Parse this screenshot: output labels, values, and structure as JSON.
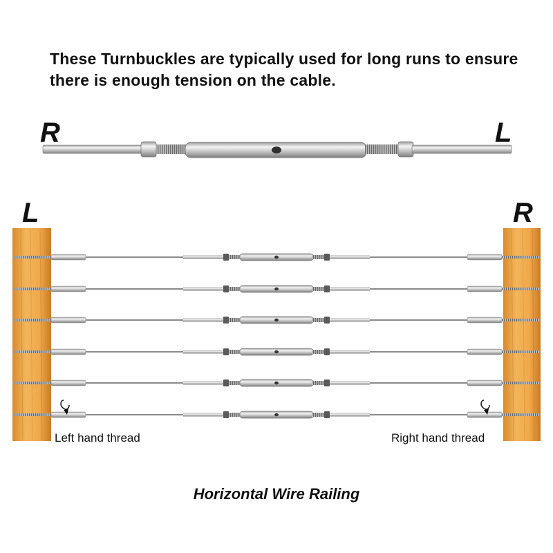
{
  "heading": "These Turnbuckles are typically used for long runs to ensure there is enough tension on the cable.",
  "turnbuckle": {
    "left_label": "R",
    "right_label": "L"
  },
  "railing": {
    "left_post_label": "L",
    "right_post_label": "R",
    "left_thread_note": "Left hand thread",
    "right_thread_note": "Right hand thread",
    "caption": "Horizontal Wire Railing",
    "cable_count": 6
  },
  "colors": {
    "wood": "#f0a84a",
    "steel": "#c9c9c9",
    "cable": "#8a8a8a",
    "text": "#111111"
  }
}
